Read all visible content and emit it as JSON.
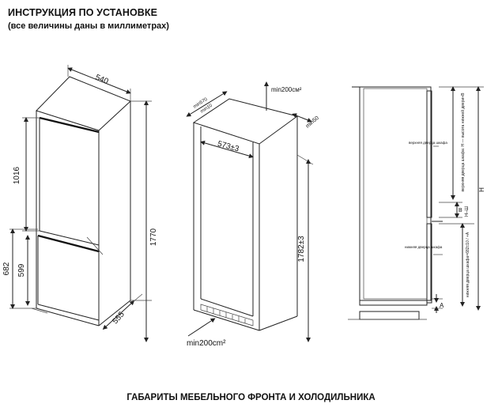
{
  "header": {
    "title": "ИНСТРУКЦИЯ ПО УСТАНОВКЕ",
    "subtitle": "(все величины даны в миллиметрах)"
  },
  "appliance": {
    "width": "540",
    "height_total": "1770",
    "upper_door": "1016",
    "lower_door_outer": "682",
    "lower_door_inner": "599",
    "depth": "555"
  },
  "niche": {
    "top_depth_min": "min570",
    "top_gap_min": "min10",
    "air_out": "min200см²",
    "rear_gap": "min50",
    "inner_width": "573±3",
    "height": "1782±3",
    "air_in": "min200cm²"
  },
  "side_view": {
    "upper_front_label": "верхняя дверца шкафа",
    "lower_front_label": "нижняя дверца шкафа",
    "dim_B_note": "верхняя дверца шкафа: H — высота нижней двери+B",
    "dim_lower_note": "нижняя дверца шкафа=682±10 / +A",
    "dim_H_label": "H",
    "label_B": "B",
    "label_H_minus_B": "H–Ш",
    "label_A": "A"
  },
  "footer": {
    "caption": "ГАБАРИТЫ МЕБЕЛЬНОГО ФРОНТА И ХОЛОДИЛЬНИКА"
  }
}
